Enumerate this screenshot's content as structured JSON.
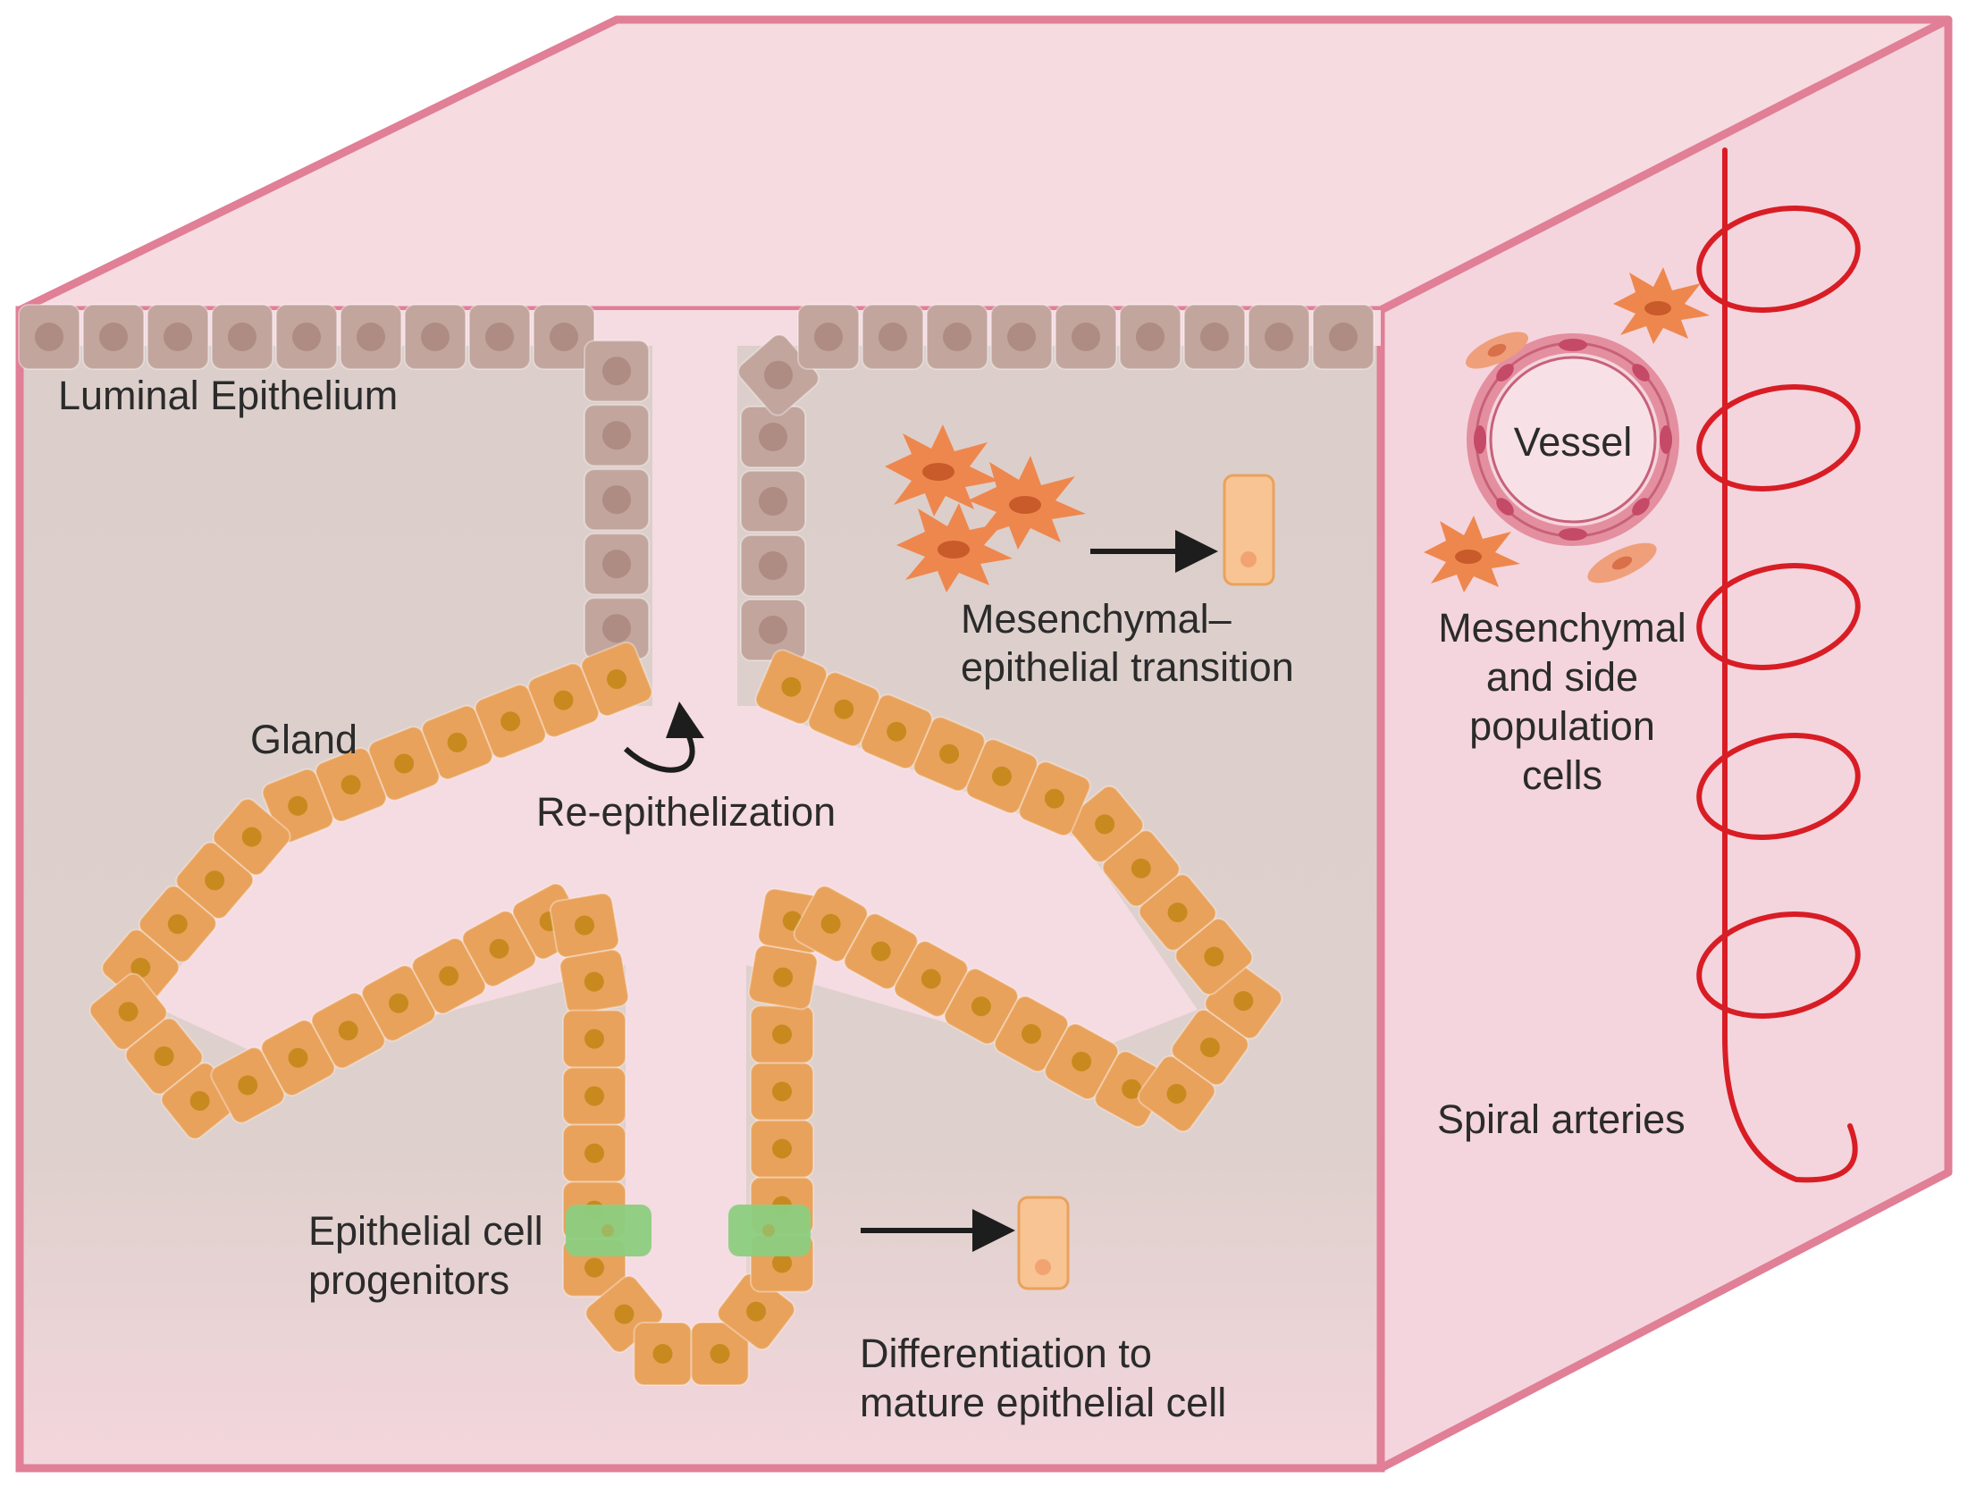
{
  "labels": {
    "luminal_epithelium": "Luminal Epithelium",
    "gland": "Gland",
    "re_epithelization": "Re-epithelization",
    "met_line1": "Mesenchymal–",
    "met_line2": "epithelial transition",
    "vessel": "Vessel",
    "msp_line1": "Mesenchymal",
    "msp_line2": "and side",
    "msp_line3": "population",
    "msp_line4": "cells",
    "progenitors_line1": "Epithelial cell",
    "progenitors_line2": "progenitors",
    "diff_line1": "Differentiation to",
    "diff_line2": "mature epithelial cell",
    "spiral_arteries": "Spiral arteries"
  },
  "colors": {
    "box_border": "#e07f96",
    "top_face": "#f6dbe1",
    "front_face": "#dccfcb",
    "front_face_bottom": "#f3d6dd",
    "side_face": "#f4d5dd",
    "lumen": "#f5dbe2",
    "luminal_cell": "#c2a59d",
    "luminal_nucleus": "#ae8b83",
    "gland_cell": "#e9a25c",
    "gland_nucleus": "#c88a1f",
    "progenitor_cell": "#8ccf80",
    "mature_cell": "#f8c493",
    "mesenchymal_cell": "#ee874e",
    "vessel_wall": "#e48fa0",
    "spiral_artery": "#d81d25",
    "arrow": "#1d1d1d"
  },
  "icons": {
    "mesenchymal_cluster": "stellate-cell-icon",
    "mature_cell": "columnar-cell-icon",
    "vessel": "vessel-cross-section-icon",
    "artery": "spiral-artery-icon"
  }
}
